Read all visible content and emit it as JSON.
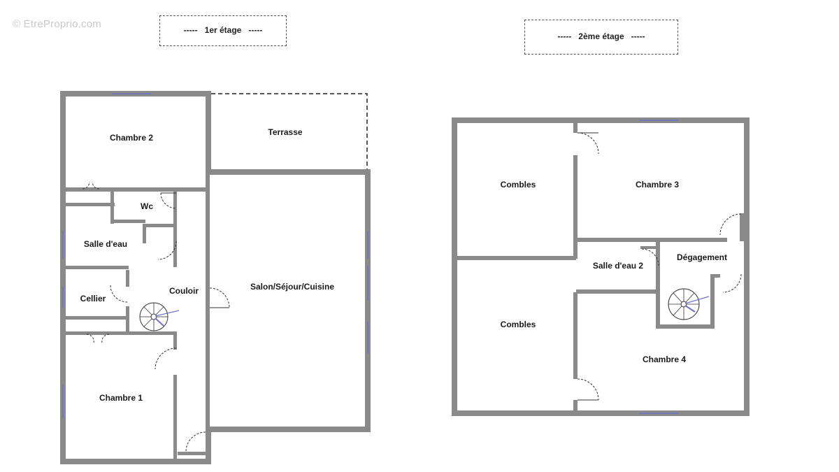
{
  "watermark": "© EtreProprio.com",
  "floors": {
    "first": {
      "label": "-----   1er étage   -----",
      "rooms": {
        "chambre2": "Chambre 2",
        "terrasse": "Terrasse",
        "wc": "Wc",
        "salle_eau": "Salle d'eau",
        "cellier": "Cellier",
        "couloir": "Couloir",
        "salon": "Salon/Séjour/Cuisine",
        "chambre1": "Chambre 1"
      }
    },
    "second": {
      "label": "-----   2ème étage   -----",
      "rooms": {
        "combles_top": "Combles",
        "chambre3": "Chambre 3",
        "salle_eau2": "Salle d'eau 2",
        "degagement": "Dégagement",
        "combles_bottom": "Combles",
        "chambre4": "Chambre 4"
      }
    }
  },
  "colors": {
    "wall": "#8a8a8a",
    "window": "#6e73c8",
    "stair_accent": "#6e73c8"
  }
}
